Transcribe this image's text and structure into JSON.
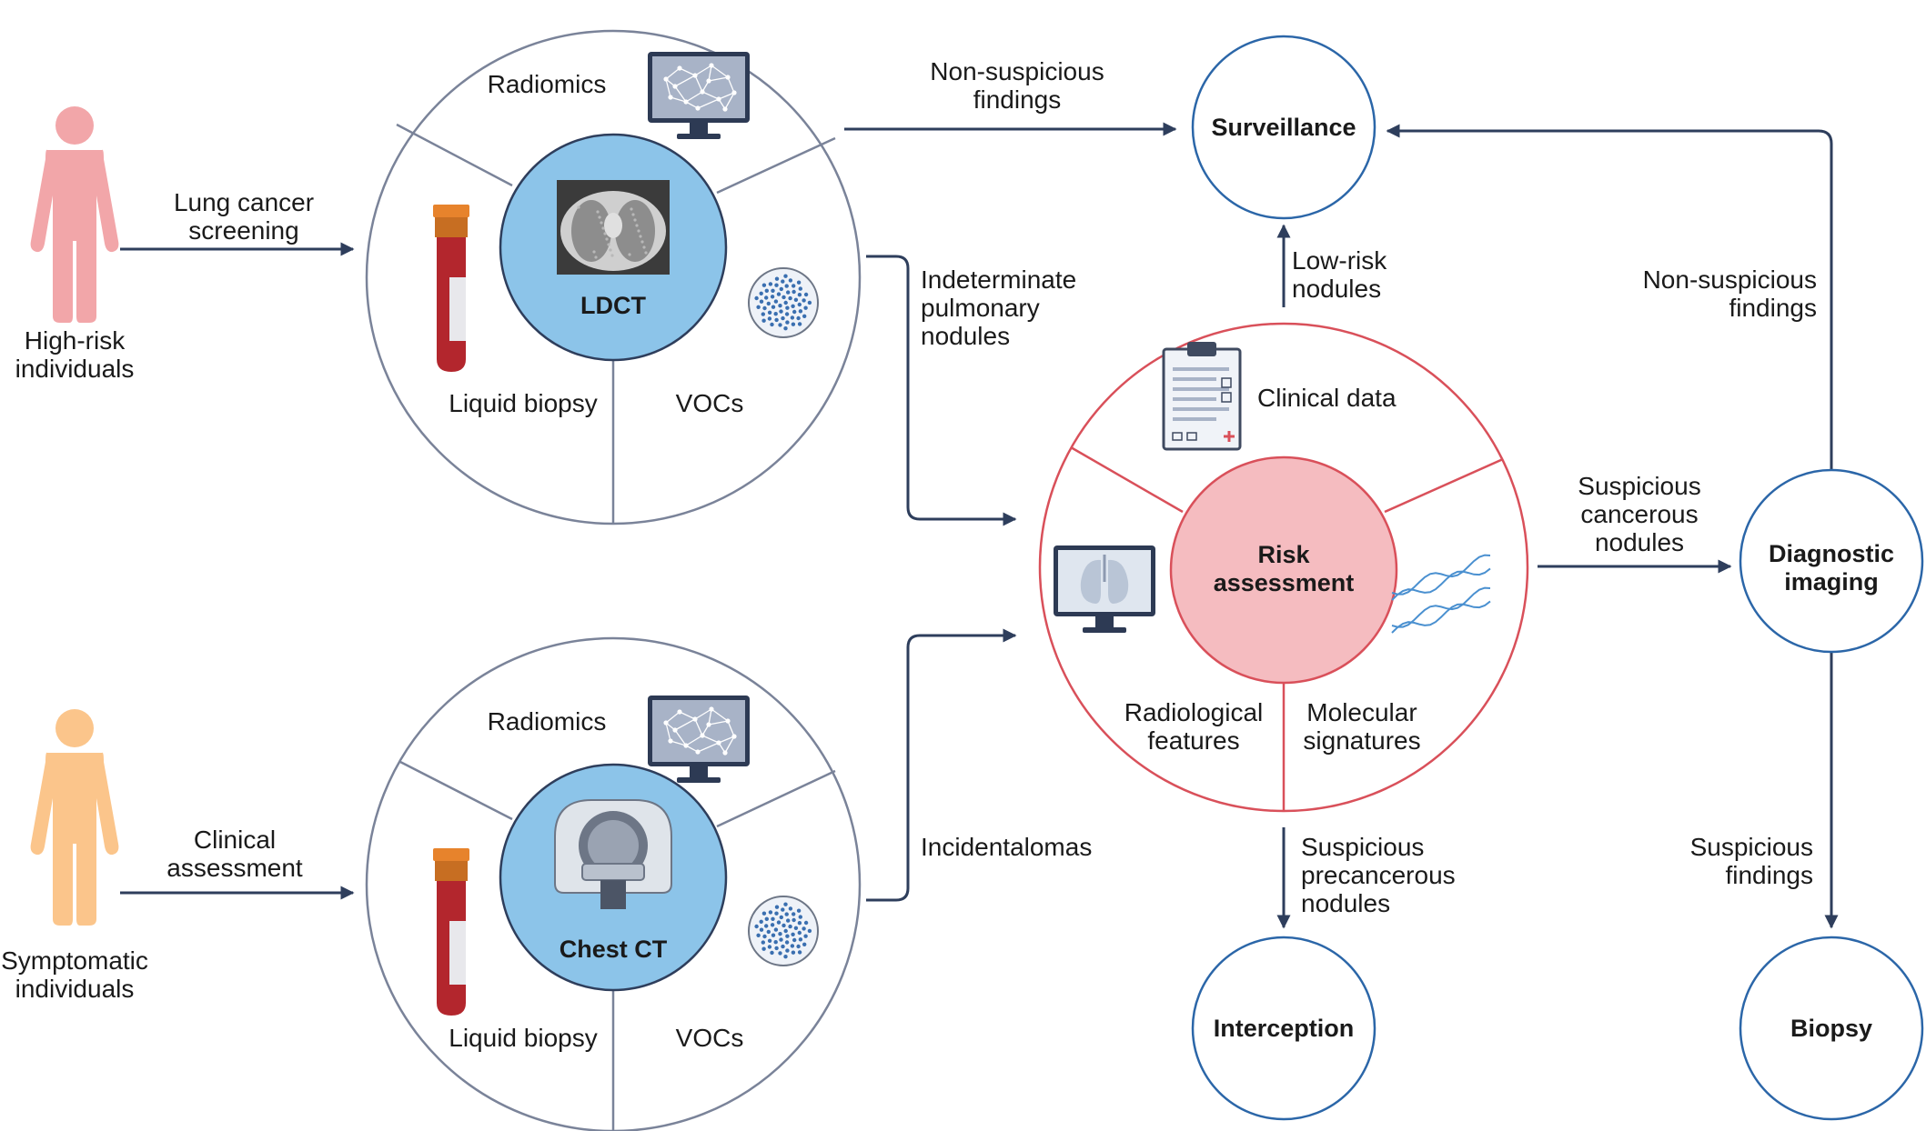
{
  "colors": {
    "arrow": "#2e3e5c",
    "slate_ring": "#7a8399",
    "red_ring": "#d9505a",
    "blue_ring": "#2b66a8",
    "hub_blue": "#8cc4e9",
    "hub_pink": "#f5bcc0",
    "person_high_risk": "#f2a6a9",
    "person_symptomatic": "#fbc58b",
    "tube_cap": "#e7832c",
    "blood": "#b3262d",
    "monitor": "#2d3a54",
    "screen": "#a8b3c7",
    "dots": "#3a6fb0",
    "dna": "#4a90d0"
  },
  "people": {
    "high_risk": "High-risk\nindividuals",
    "symptomatic": "Symptomatic\nindividuals"
  },
  "arrows": {
    "screening": "Lung cancer\nscreening",
    "clinical": "Clinical\nassessment",
    "non_suspicious_top": "Non-suspicious\nfindings",
    "indeterminate": "Indeterminate\npulmonary\nnodules",
    "incidentalomas": "Incidentalomas",
    "low_risk": "Low-risk\nnodules",
    "non_suspicious_right": "Non-suspicious\nfindings",
    "suspicious_cancerous": "Suspicious\ncancerous\nnodules",
    "suspicious_precancerous": "Suspicious\nprecancerous\nnodules",
    "suspicious_findings": "Suspicious\nfindings"
  },
  "wheel_top": {
    "hub": "LDCT",
    "radiomics": "Radiomics",
    "liquid_biopsy": "Liquid biopsy",
    "vocs": "VOCs"
  },
  "wheel_bottom": {
    "hub": "Chest CT",
    "radiomics": "Radiomics",
    "liquid_biopsy": "Liquid biopsy",
    "vocs": "VOCs"
  },
  "risk_wheel": {
    "hub": "Risk\nassessment",
    "clinical_data": "Clinical data",
    "radiological": "Radiological\nfeatures",
    "molecular": "Molecular\nsignatures"
  },
  "nodes": {
    "surveillance": "Surveillance",
    "interception": "Interception",
    "diagnostic": "Diagnostic\nimaging",
    "biopsy": "Biopsy"
  },
  "icons": {
    "person": "person-icon",
    "monitor_network": "network-monitor-icon",
    "ct_scan": "lung-ct-scan-icon",
    "ct_scanner": "ct-scanner-icon",
    "tube": "blood-tube-icon",
    "petri": "petri-dish-icon",
    "clipboard": "clipboard-icon",
    "lung_monitor": "lung-monitor-icon",
    "dna": "dna-icon"
  }
}
